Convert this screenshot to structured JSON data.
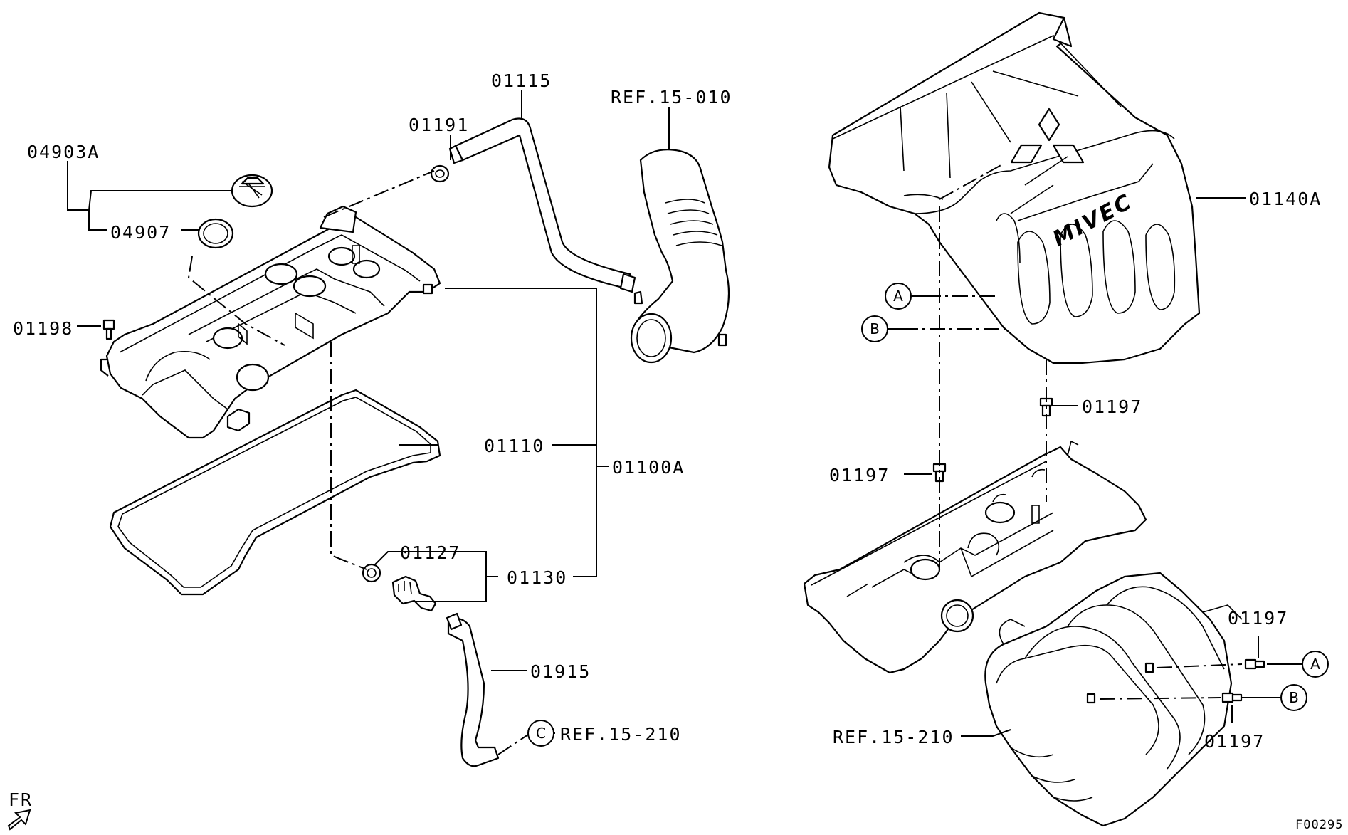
{
  "labels": {
    "p04903A": "04903A",
    "p04907": "04907",
    "p01198": "01198",
    "p01191": "01191",
    "p01115": "01115",
    "ref15_010": "REF.15-010",
    "p01110": "01110",
    "p01100A": "01100A",
    "p01127": "01127",
    "p01130": "01130",
    "p01915": "01915",
    "ref15_210_left": "REF.15-210",
    "p01140A": "01140A",
    "p01197_upper": "01197",
    "p01197_left": "01197",
    "p01197_right_top": "01197",
    "p01197_right_bottom": "01197",
    "ref15_210_right": "REF.15-210",
    "fr": "FR",
    "figure_code": "F00295"
  },
  "callouts": {
    "a_left": "A",
    "b_left": "B",
    "c": "C",
    "a_right": "A",
    "b_right": "B"
  },
  "logo_text": "MIVEC"
}
